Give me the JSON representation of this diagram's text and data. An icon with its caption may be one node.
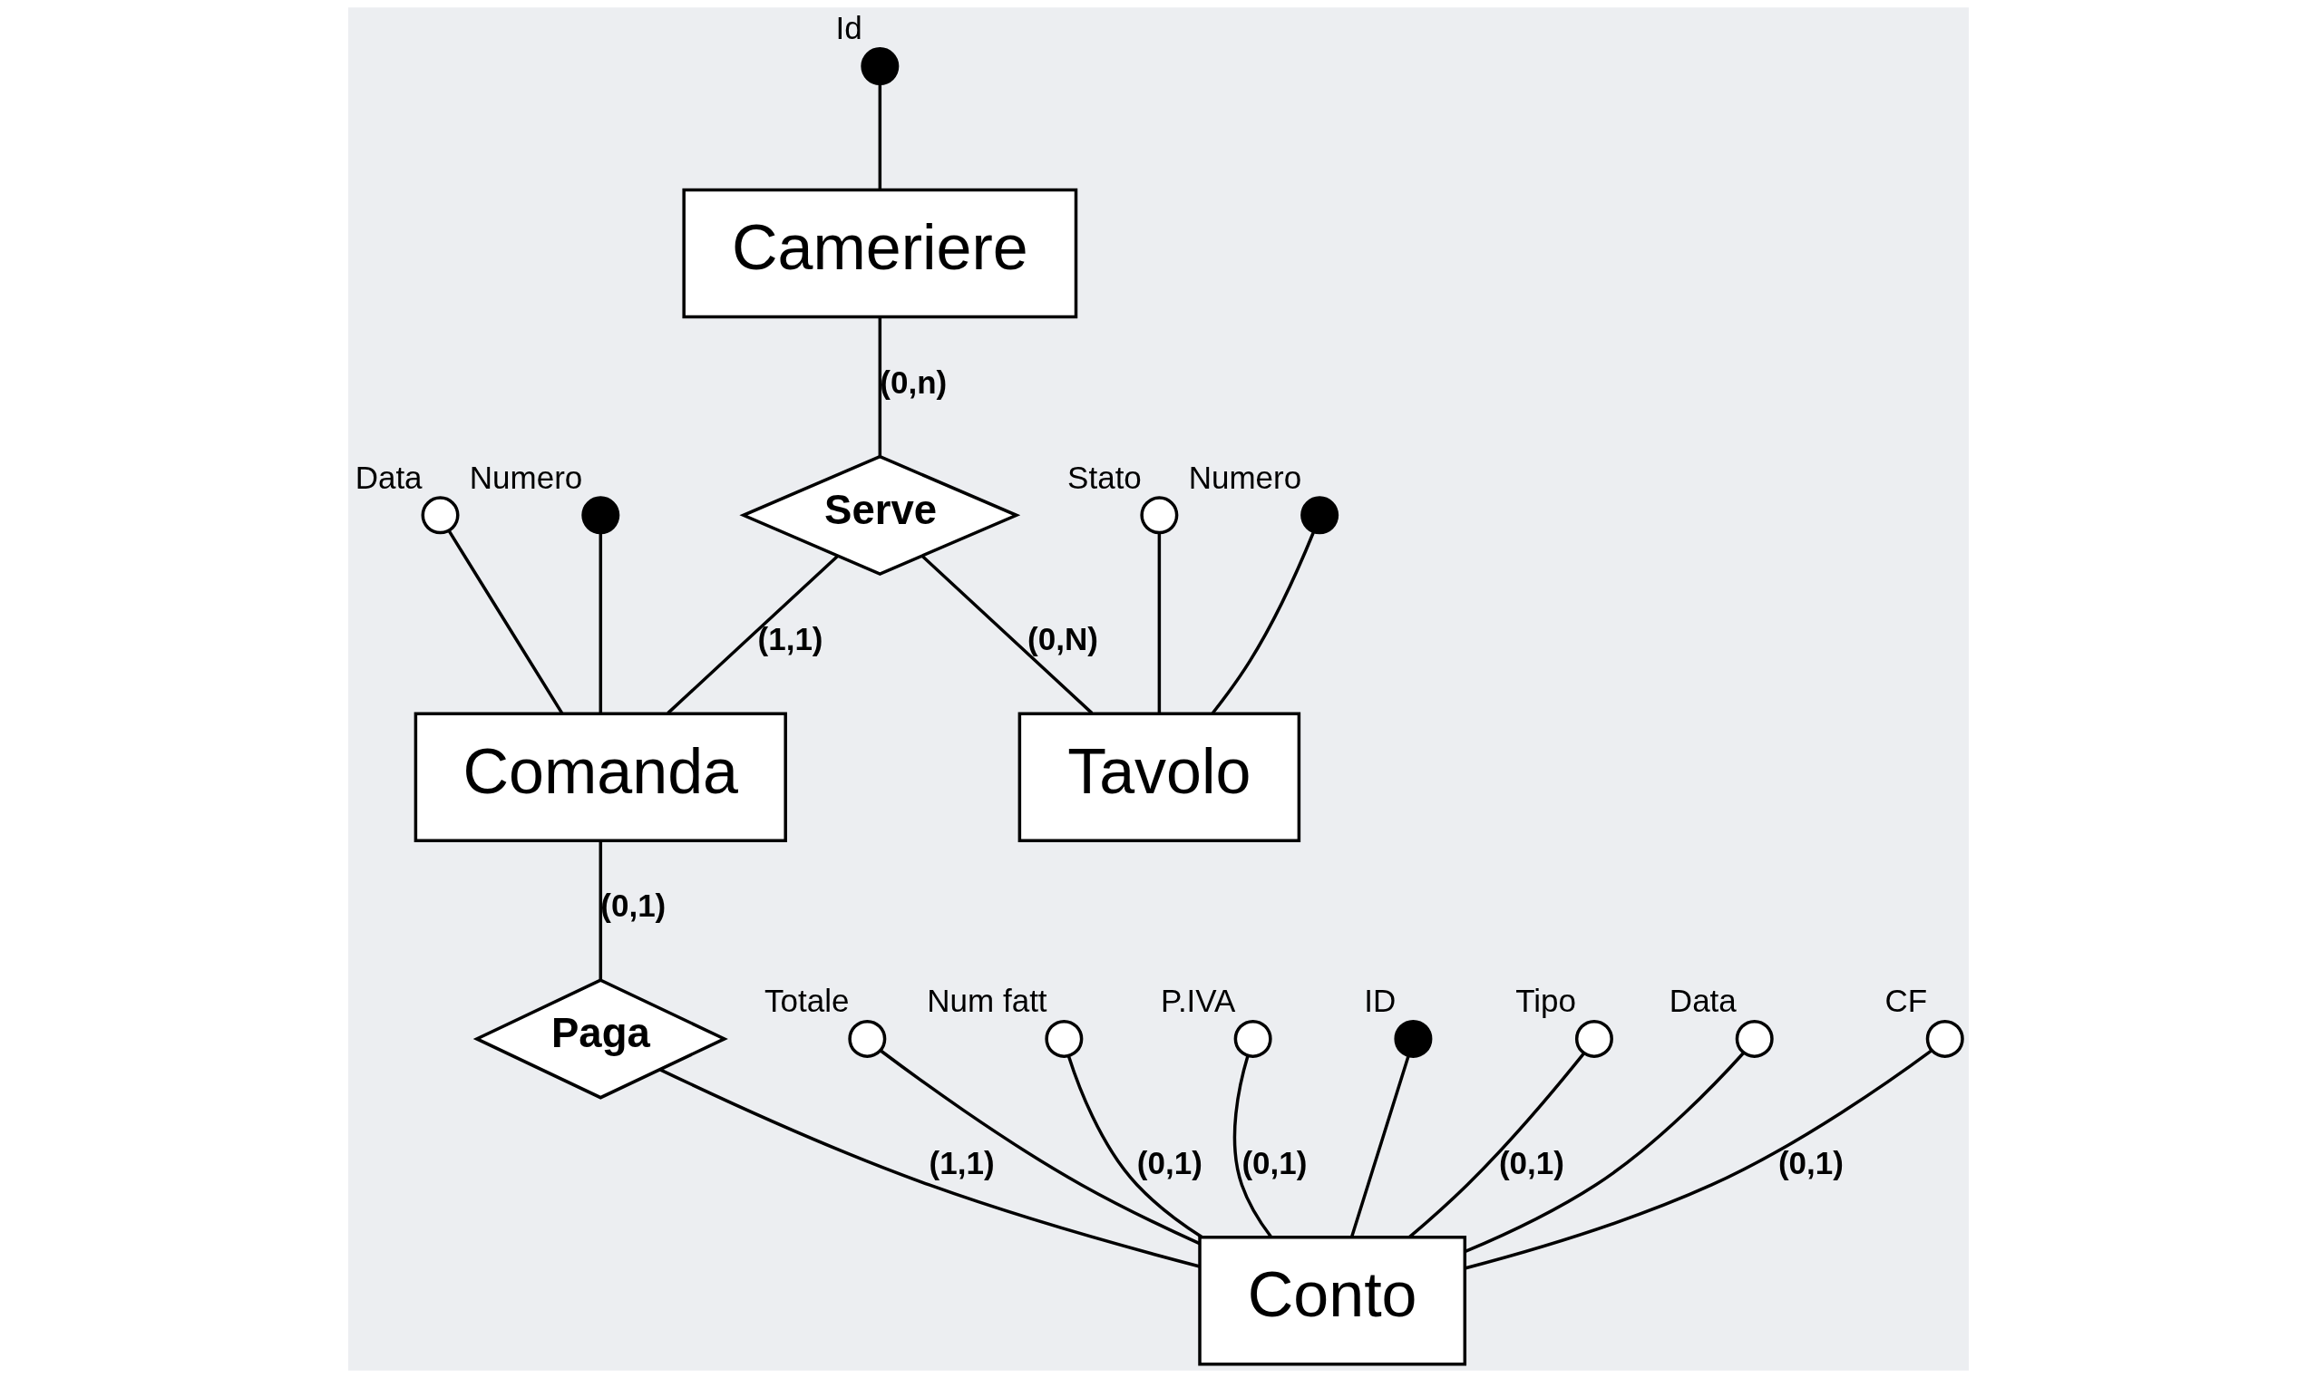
{
  "diagram": {
    "nodes": [
      {
        "text": [
          "Id"
        ]
      },
      {
        "text": [
          "Numero"
        ]
      },
      {
        "text": [
          "Data"
        ]
      },
      {
        "text": [
          "Cameriere"
        ]
      },
      {
        "text": [
          "Serve"
        ]
      },
      {
        "text": [
          "Comanda"
        ]
      },
      {
        "text": [
          "Stato"
        ]
      },
      {
        "text": [
          "Numero"
        ]
      },
      {
        "text": [
          "Tavolo"
        ]
      },
      {
        "text": [
          "Paga"
        ]
      },
      {
        "text": [
          "Totale"
        ]
      },
      {
        "text": [
          "Num fatt"
        ]
      },
      {
        "text": [
          "P.IVA"
        ]
      },
      {
        "text": [
          "ID"
        ]
      },
      {
        "text": [
          "Tipo"
        ]
      },
      {
        "text": [
          "Data"
        ]
      },
      {
        "text": [
          "Conto"
        ]
      },
      {
        "text": [
          "CF"
        ]
      }
    ],
    "edges": [
      {
        "from": 0,
        "to": 3,
        "arrow": "none"
      },
      {
        "from": 1,
        "to": 5,
        "arrow": "none"
      },
      {
        "from": 2,
        "to": 5,
        "arrow": "none"
      },
      {
        "from": 3,
        "to": 4,
        "arrow": "none",
        "label": "(0,n)"
      },
      {
        "from": 4,
        "to": 5,
        "arrow": "none",
        "label": "(1,1)"
      },
      {
        "from": 4,
        "to": 8,
        "arrow": "none",
        "label": "(0,N)"
      },
      {
        "from": 6,
        "to": 8,
        "arrow": "none"
      },
      {
        "from": 7,
        "to": 8,
        "arrow": "none"
      },
      {
        "from": 5,
        "to": 9,
        "arrow": "none",
        "label": "(0,1)"
      },
      {
        "from": 9,
        "to": 16,
        "arrow": "none",
        "label": "(1,1)"
      },
      {
        "from": 10,
        "to": 16,
        "arrow": "none"
      },
      {
        "from": 11,
        "to": 16,
        "arrow": "none",
        "label": "(0,1)"
      },
      {
        "from": 12,
        "to": 16,
        "arrow": "none",
        "label": "(0,1)"
      },
      {
        "from": 13,
        "to": 16,
        "arrow": "none"
      },
      {
        "from": 14,
        "to": 16,
        "arrow": "none",
        "label": "(0,1)"
      },
      {
        "from": 15,
        "to": 16,
        "arrow": "none"
      },
      {
        "from": 17,
        "to": 16,
        "arrow": "none",
        "label": "(0,1)"
      }
    ]
  }
}
